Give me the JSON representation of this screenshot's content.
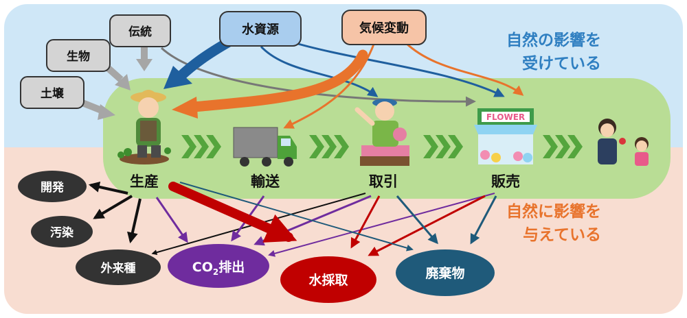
{
  "influences_in": {
    "items": [
      "伝統",
      "生物",
      "土壌",
      "水資源",
      "気候変動"
    ],
    "caption_line1": "自然の影響を",
    "caption_line2": "受けている"
  },
  "stages": [
    "生産",
    "輸送",
    "取引",
    "販売"
  ],
  "shop_sign": "FLOWER",
  "impacts_out": {
    "dark_items": [
      "開発",
      "汚染",
      "外来種"
    ],
    "co2_prefix": "CO",
    "co2_sub": "2",
    "co2_suffix": "排出",
    "water": "水採取",
    "waste": "廃棄物",
    "caption_line1": "自然に影響を",
    "caption_line2": "与えている"
  },
  "colors": {
    "sky": "#cfe7f7",
    "ground": "#f8ddd1",
    "band": "#b9dd95",
    "chevron": "#54a53d",
    "water_blue": "#1f5f9e",
    "climate_orange": "#e8732c",
    "gray_box": "#d4d4d4",
    "dark_oval": "#333333",
    "purple": "#6f2c9e",
    "red": "#c00000",
    "teal": "#1f5a7a",
    "caption_blue": "#2f7fc1",
    "caption_orange": "#e8732c"
  }
}
